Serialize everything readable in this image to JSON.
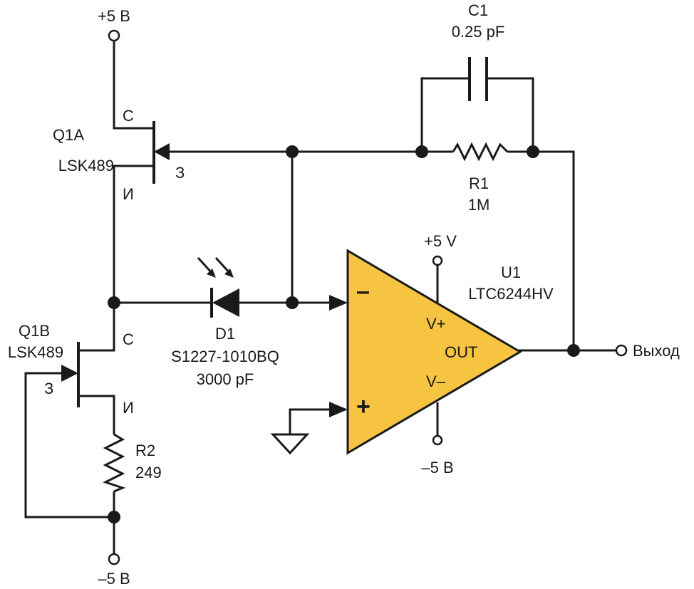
{
  "colors": {
    "opamp_fill": "#f7c442",
    "line": "#1a1a1a"
  },
  "supply": {
    "top_q1a": "+5 В",
    "bottom_q1b": "–5 В",
    "opamp_pos": "+5 V",
    "opamp_neg": "–5 В"
  },
  "q1a": {
    "ref": "Q1A",
    "part": "LSK489",
    "collector": "С",
    "emitter": "И",
    "base": "З"
  },
  "q1b": {
    "ref": "Q1B",
    "part": "LSK489",
    "collector": "С",
    "emitter": "И",
    "base": "З"
  },
  "c1": {
    "ref": "C1",
    "value": "0.25 pF"
  },
  "r1": {
    "ref": "R1",
    "value": "1M"
  },
  "r2": {
    "ref": "R2",
    "value": "249"
  },
  "d1": {
    "ref": "D1",
    "part": "S1227-1010BQ",
    "capacitance": "3000 pF"
  },
  "u1": {
    "ref": "U1",
    "part": "LTC6244HV",
    "minus": "–",
    "plus": "+",
    "vpos": "V+",
    "vneg": "V–",
    "out": "OUT"
  },
  "output_label": "Выход"
}
